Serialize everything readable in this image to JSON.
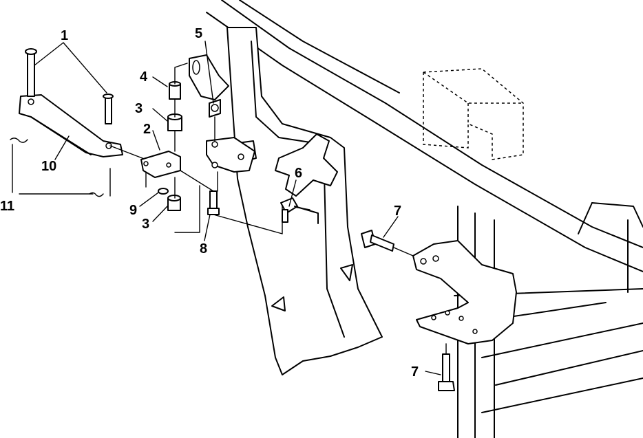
{
  "callouts": [
    {
      "id": "1",
      "label": "1"
    },
    {
      "id": "2",
      "label": "2"
    },
    {
      "id": "3a",
      "label": "3"
    },
    {
      "id": "3b",
      "label": "3"
    },
    {
      "id": "4",
      "label": "4"
    },
    {
      "id": "5",
      "label": "5"
    },
    {
      "id": "6",
      "label": "6"
    },
    {
      "id": "7a",
      "label": "7"
    },
    {
      "id": "7b",
      "label": "7"
    },
    {
      "id": "8",
      "label": "8"
    },
    {
      "id": "9",
      "label": "9"
    },
    {
      "id": "10",
      "label": "10"
    },
    {
      "id": "11",
      "label": "11"
    }
  ]
}
